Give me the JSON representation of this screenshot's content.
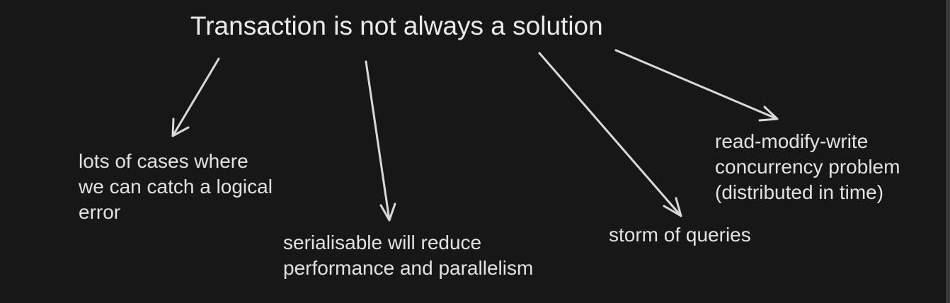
{
  "title": "Transaction is not always a solution",
  "notes": [
    {
      "lines": [
        "lots of cases where",
        "we can catch a logical",
        "error"
      ]
    },
    {
      "lines": [
        "serialisable will reduce",
        "performance and parallelism"
      ]
    },
    {
      "lines": [
        "storm of queries"
      ]
    },
    {
      "lines": [
        "read-modify-write",
        "concurrency problem",
        "(distributed in time)"
      ]
    }
  ],
  "colors": {
    "background": "#171717",
    "text": "#e6e6e6",
    "arrow": "#d9d9d9"
  }
}
